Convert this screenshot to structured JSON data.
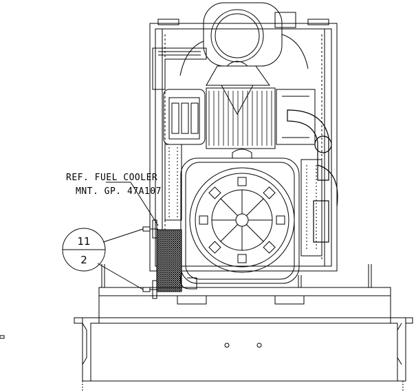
{
  "callout": {
    "ref_line1": "REF. FUEL COOLER",
    "ref_line2": "MNT. GP. 47A107"
  },
  "balloon": {
    "item": "11",
    "qty": "2"
  },
  "colors": {
    "ink": "#000000",
    "paper": "#ffffff"
  }
}
